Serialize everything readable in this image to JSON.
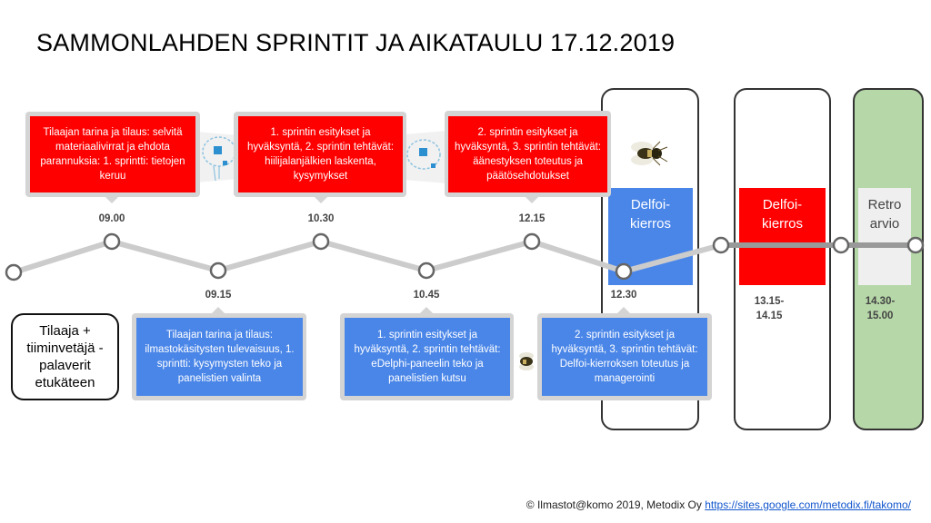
{
  "title": "SAMMONLAHDEN SPRINTIT JA AIKATAULU 17.12.2019",
  "top_cards": [
    {
      "text": "Tilaajan tarina ja tilaus: selvitä materiaalivirrat ja ehdota parannuksia: 1. sprintti: tietojen keruu",
      "time": "09.00"
    },
    {
      "text": "1. sprintin esitykset ja hyväksyntä, 2. sprintin tehtävät: hiilijalanjälkien laskenta, kysymykset",
      "time": "10.30"
    },
    {
      "text": "2. sprintin esitykset ja hyväksyntä, 3. sprintin tehtävät: äänestyksen toteutus ja päätösehdotukset",
      "time": "12.15"
    }
  ],
  "bottom_cards": [
    {
      "text": "Tilaajan tarina ja tilaus: ilmastokäsitysten tulevaisuus, 1. sprintti: kysymysten teko ja panelistien valinta",
      "time": "09.15"
    },
    {
      "text": "1. sprintin esitykset ja hyväksyntä, 2. sprintin tehtävät: eDelphi-paneelin teko ja panelistien kutsu",
      "time": "10.45"
    },
    {
      "text": "2. sprintin esitykset ja hyväksyntä, 3. sprintin tehtävät: Delfoi-kierroksen toteutus ja managerointi",
      "time": "12.30"
    }
  ],
  "pre_meeting": "Tilaaja + tiiminvetäjä -palaverit etukäteen",
  "columns": [
    {
      "label": "Delfoi-kierros",
      "color": "#4a86e8"
    },
    {
      "label": "Delfoi-kierros",
      "color": "#ff0000",
      "time_start": "13.15-",
      "time_end": "14.15"
    },
    {
      "label": "Retro arvio",
      "color": "#efefef",
      "time_start": "14.30-",
      "time_end": "15.00"
    }
  ],
  "footer": {
    "text": "© Ilmastot@komo 2019, Metodix Oy",
    "link": "https://sites.google.com/metodix.fi/takomo/"
  },
  "colors": {
    "red": "#ff0000",
    "blue": "#4a86e8",
    "green": "#b6d7a8",
    "line": "#cccccc"
  }
}
